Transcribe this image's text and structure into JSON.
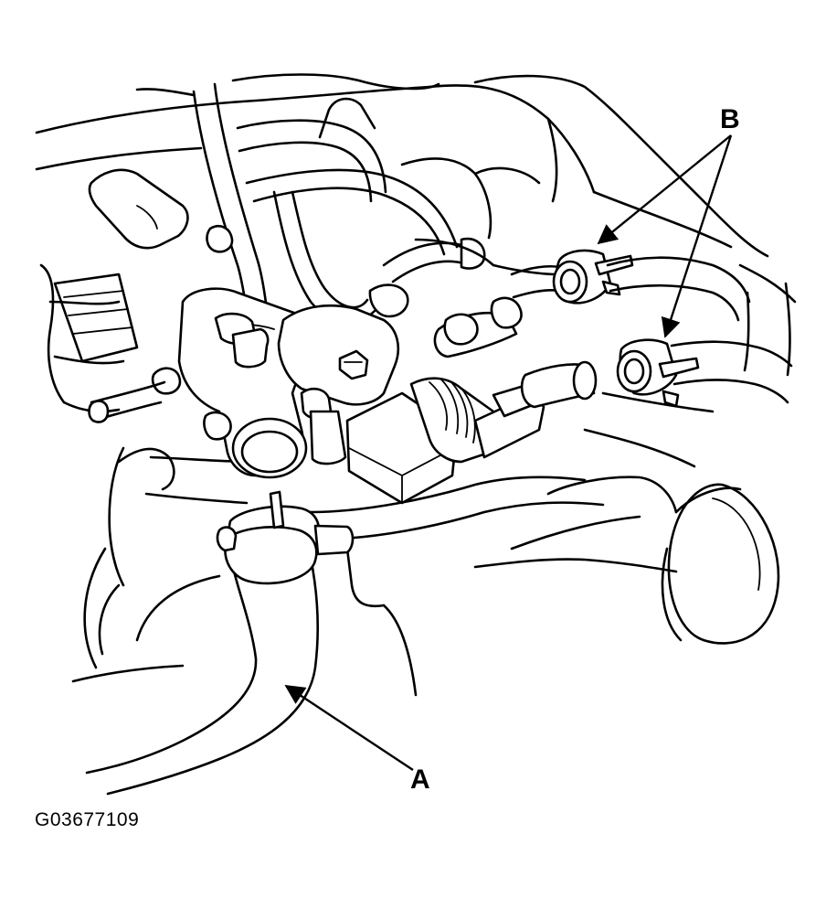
{
  "figure": {
    "id": "G03677109"
  },
  "callouts": [
    {
      "label": "A"
    },
    {
      "label": "B"
    }
  ],
  "colors": {
    "line": "#000000",
    "background": "#ffffff"
  }
}
